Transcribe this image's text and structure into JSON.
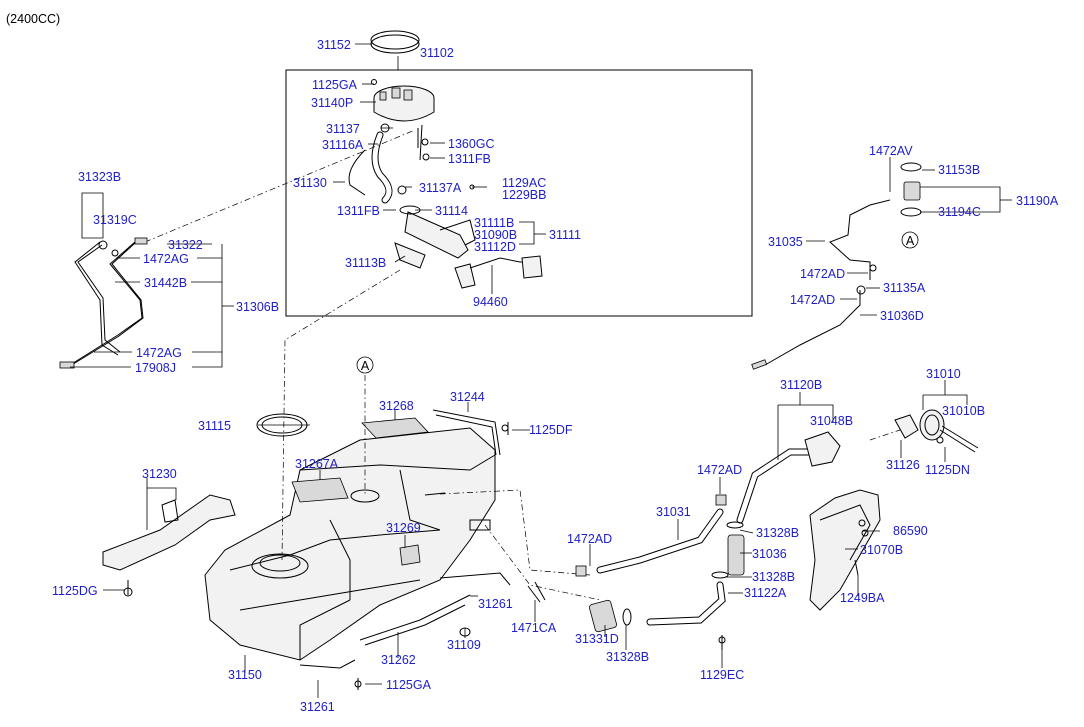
{
  "header": {
    "engine": "(2400CC)"
  },
  "labels": {
    "p31152": "31152",
    "p31102": "31102",
    "p1125GA_top": "1125GA",
    "p31140P": "31140P",
    "p31137": "31137",
    "p1360GC": "1360GC",
    "p31116A": "31116A",
    "p1311FB_a": "1311FB",
    "p31130": "31130",
    "p31137A": "31137A",
    "p1129AC": "1129AC",
    "p1229BB": "1229BB",
    "p1311FB_b": "1311FB",
    "p31114": "31114",
    "p31111B": "31111B",
    "p31090B": "31090B",
    "p31111": "31111",
    "p31112D": "31112D",
    "p31113B": "31113B",
    "p94460": "94460",
    "p31323B": "31323B",
    "p31319C": "31319C",
    "p31322": "31322",
    "p1472AG_a": "1472AG",
    "p31442B": "31442B",
    "p31306B": "31306B",
    "p1472AG_b": "1472AG",
    "p17908J": "17908J",
    "p1472AV": "1472AV",
    "p31153B": "31153B",
    "p31190A": "31190A",
    "p31194C": "31194C",
    "callout_a": "A",
    "p31035": "31035",
    "p1472AD_a": "1472AD",
    "p1472AD_b": "1472AD",
    "p31135A": "31135A",
    "p31036D": "31036D",
    "p31120B": "31120B",
    "p31010": "31010",
    "p31048B": "31048B",
    "p31010B": "31010B",
    "p1472AD_c": "1472AD",
    "p31126": "31126",
    "p1125DN": "1125DN",
    "p31115": "31115",
    "p31268": "31268",
    "p31244": "31244",
    "p1125DF": "1125DF",
    "p31267A": "31267A",
    "p31230": "31230",
    "p31269": "31269",
    "p31031": "31031",
    "p31328B_a": "31328B",
    "p86590": "86590",
    "p1472AD_d": "1472AD",
    "p31036": "31036",
    "p31070B": "31070B",
    "p31328B_b": "31328B",
    "p1125DG": "1125DG",
    "p31261_a": "31261",
    "p31122A": "31122A",
    "p1249BA": "1249BA",
    "p1471CA": "1471CA",
    "p31109": "31109",
    "p31331D": "31331D",
    "p31328B_c": "31328B",
    "p31150": "31150",
    "p31262": "31262",
    "p1129EC": "1129EC",
    "p1125GA_bot": "1125GA",
    "p31261_b": "31261"
  }
}
